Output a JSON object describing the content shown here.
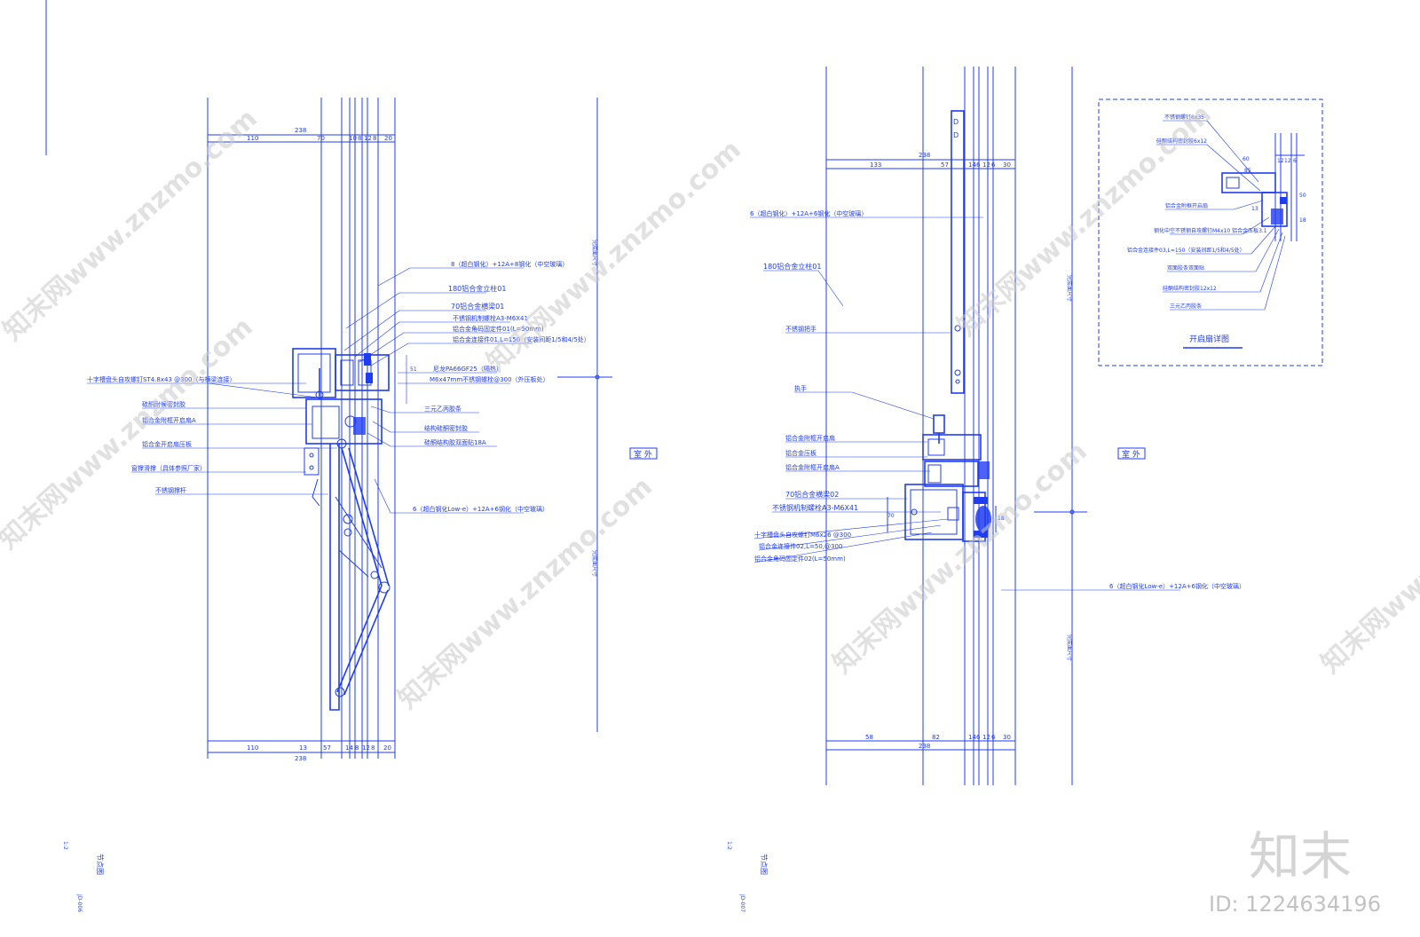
{
  "left_sheet": {
    "dims_top": [
      "110",
      "238",
      "70",
      "10",
      "8",
      "12",
      "8",
      "20"
    ],
    "dims_bottom": [
      "110",
      "13",
      "57",
      "14",
      "8",
      "12",
      "8",
      "20",
      "238"
    ],
    "labels_right": [
      "8（超白钢化）+12A+8钢化（中空玻璃）",
      "180铝合金立柱01",
      "70铝合金横梁01",
      "不锈钢机制螺栓A3-M6X41",
      "铝合金角码固定件01(L=50mm)",
      "铝合金连接件01,L=150（安装间距1/5和4/5处）",
      "尼龙PA66GF25（隔热）",
      "M6x47mm不锈钢螺栓@300（外压板处）",
      "三元乙丙胶条",
      "结构硅酮密封胶",
      "硅酮结构胶双面贴18A",
      "6（超白钢化Low-e）+12A+6钢化（中空玻璃）"
    ],
    "labels_left": [
      "十字槽盘头自攻螺钉ST4.8x43 @300（与横梁连接）",
      "硅酮耐候密封胶",
      "铝合金附框开启扇A",
      "铝合金开启扇压板",
      "窗撑滑撑（具体参照厂家）",
      "不锈钢撑杆"
    ],
    "outdoor": "室 外",
    "scale": "1:2",
    "title": "节点图",
    "code": "JD-006"
  },
  "right_sheet": {
    "dims_top": [
      "133",
      "238",
      "57",
      "14",
      "6",
      "12",
      "6",
      "30"
    ],
    "dims_bottom": [
      "58",
      "82",
      "238",
      "14",
      "6",
      "12",
      "6",
      "30"
    ],
    "labels_left": [
      "6（超白钢化）+12A+6钢化（中空玻璃）",
      "180铝合金立柱01",
      "不锈钢把手",
      "执手",
      "铝合金附框开启扇",
      "铝合金压板",
      "铝合金附框开启扇A",
      "70铝合金横梁02",
      "不锈钢机制螺栓A3-M6X41",
      "十字槽盘头自攻螺钉M6x26 @300",
      "铝合金连接件02,L=50,@300",
      "铝合金角码固定件02(L=50mm)"
    ],
    "label_bottom_right": "6（超白钢化Low-e）+12A+6钢化（中空玻璃）",
    "outdoor": "室 外",
    "scale": "1:2",
    "title": "节点图",
    "code": "JD-007",
    "detail": {
      "title": "开启扇详图",
      "labels": [
        "不锈钢螺钉6x35",
        "硅酮结构密封胶6x12",
        "铝合金附框开启扇",
        "钢化中空不锈钢自攻螺钉M4x10 铝合金压板3.1",
        "铝合金连接件03,L=150（安装间距1/5和4/5处）",
        "双面胶条双面贴",
        "硅酮结构密封胶12x12",
        "三元乙丙胶条"
      ],
      "dims": [
        "85",
        "60",
        "12",
        "12",
        "6",
        "13",
        "50",
        "18"
      ]
    }
  },
  "watermark": "知末网www.znzmo.com",
  "brand": "知末",
  "id_text": "ID: 1224634196"
}
